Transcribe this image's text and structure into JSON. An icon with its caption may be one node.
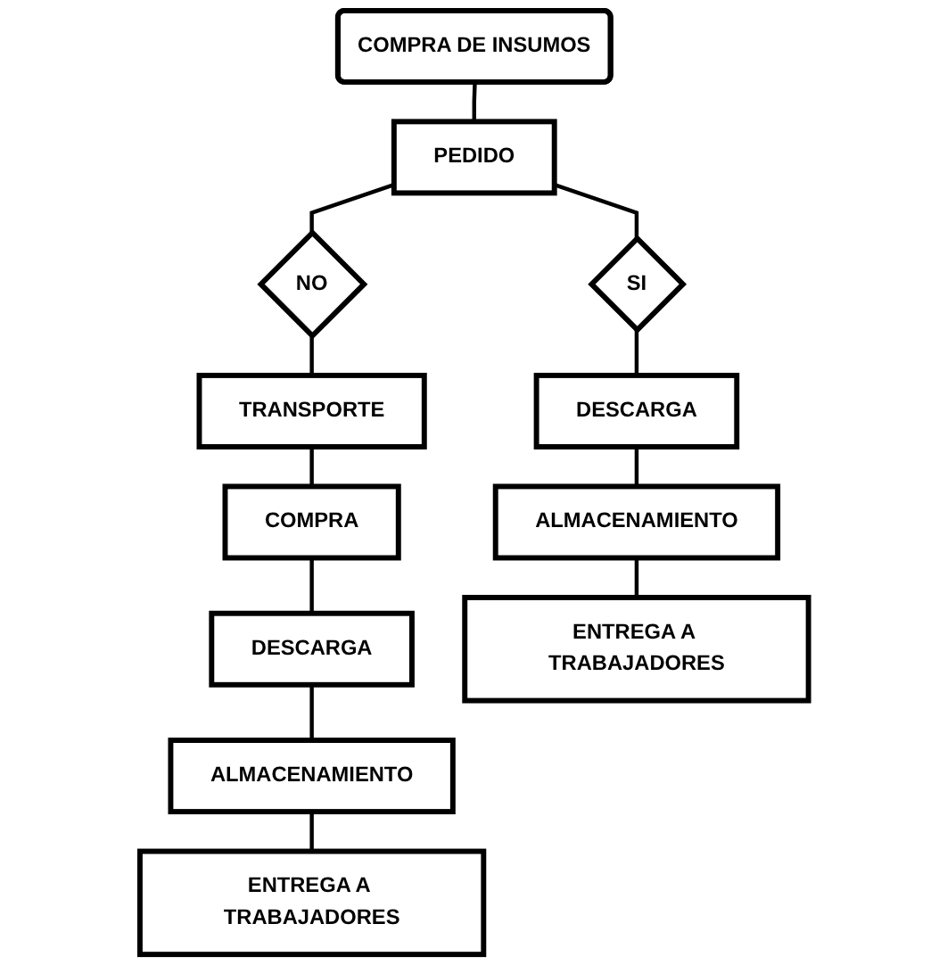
{
  "diagram": {
    "nodes": [
      {
        "text": [
          "COMPRA DE INSUMOS"
        ]
      },
      {
        "text": [
          "PEDIDO"
        ]
      },
      {
        "text": [
          "NO"
        ]
      },
      {
        "text": [
          "SI"
        ]
      },
      {
        "text": [
          "TRANSPORTE"
        ]
      },
      {
        "text": [
          "COMPRA"
        ]
      },
      {
        "text": [
          "DESCARGA"
        ]
      },
      {
        "text": [
          "ALMACENAMIENTO"
        ]
      },
      {
        "text": [
          "ENTREGA A TRABAJADORES"
        ]
      },
      {
        "text": [
          "DESCARGA"
        ]
      },
      {
        "text": [
          "ALMACENAMIENTO"
        ]
      },
      {
        "text": [
          "ENTREGA A TRABAJADORES"
        ]
      }
    ],
    "edges": [
      {
        "from": 0,
        "to": 1,
        "arrow": "none"
      },
      {
        "from": 1,
        "to": 2,
        "arrow": "none"
      },
      {
        "from": 1,
        "to": 3,
        "arrow": "none"
      },
      {
        "from": 2,
        "to": 4,
        "arrow": "none"
      },
      {
        "from": 4,
        "to": 5,
        "arrow": "none"
      },
      {
        "from": 5,
        "to": 6,
        "arrow": "none"
      },
      {
        "from": 6,
        "to": 7,
        "arrow": "none"
      },
      {
        "from": 7,
        "to": 8,
        "arrow": "none"
      },
      {
        "from": 3,
        "to": 9,
        "arrow": "none"
      },
      {
        "from": 9,
        "to": 10,
        "arrow": "none"
      },
      {
        "from": 10,
        "to": 11,
        "arrow": "none"
      }
    ]
  }
}
